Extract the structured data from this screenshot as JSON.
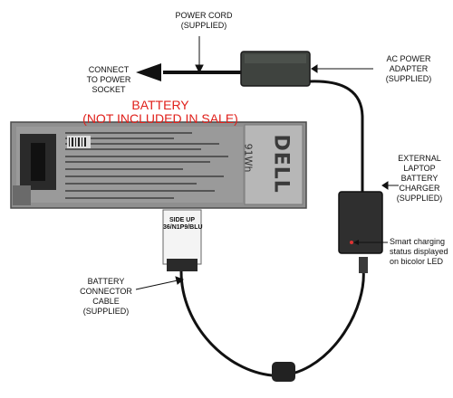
{
  "labels": {
    "power_cord": "POWER CORD\n(SUPPLIED)",
    "connect": "CONNECT\nTO POWER\nSOCKET",
    "ac_adapter": "AC POWER\nADAPTER\n(SUPPLIED)",
    "battery_title": "BATTERY",
    "battery_note": "(NOT INCLUDED IN SALE)",
    "charger": "EXTERNAL\nLAPTOP\nBATTERY\nCHARGER\n(SUPPLIED)",
    "led_note": "Smart charging\nstatus displayed\non bicolor LED",
    "connector_cable": "BATTERY\nCONNECTOR\nCABLE\n(SUPPLIED)"
  },
  "battery_print": {
    "brand": "DELL",
    "capacity": "91Wh",
    "side_up": "SIDE UP\n36/N1P9/BLU"
  },
  "colors": {
    "accent": "#e0201b",
    "battery_body": "#8c8c8c",
    "device_dark": "#2e2e2e",
    "cord": "#111111"
  }
}
